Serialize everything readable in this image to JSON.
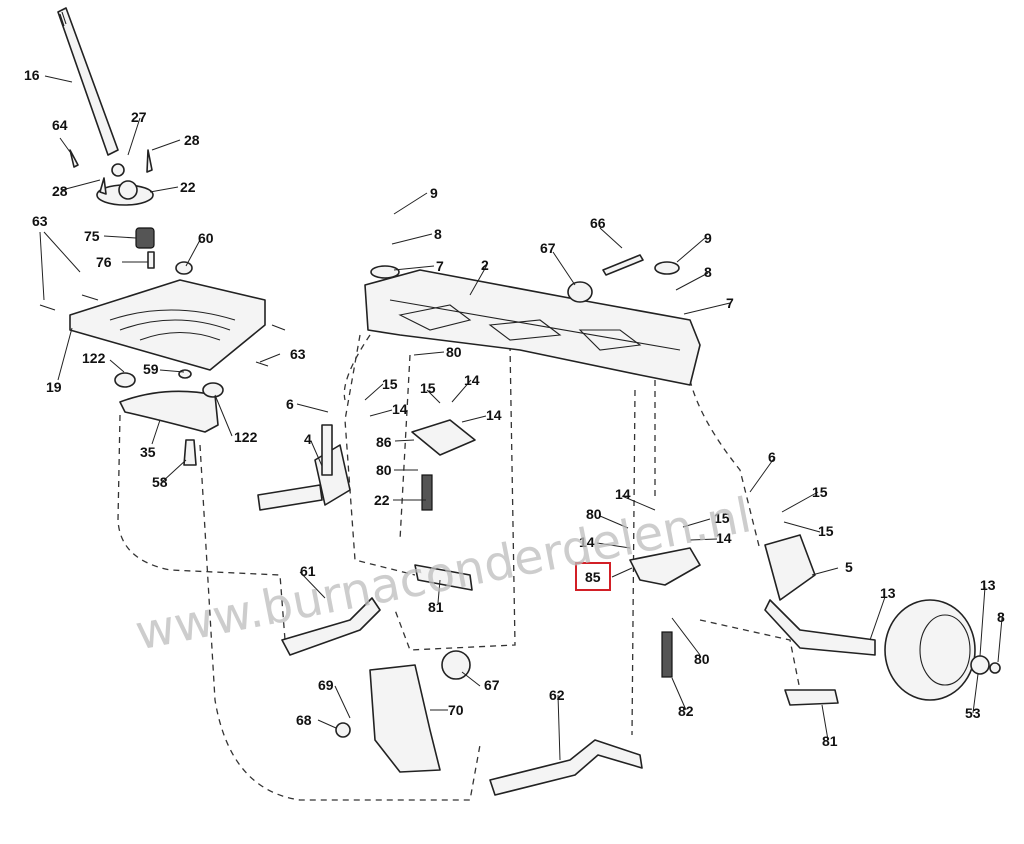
{
  "watermark": "www.burnaconderdelen.nl",
  "highlight_color": "#d21f26",
  "highlighted_part": "85",
  "callouts": [
    "16",
    "64",
    "27",
    "28",
    "28",
    "22",
    "63",
    "75",
    "60",
    "76",
    "19",
    "63",
    "122",
    "59",
    "122",
    "35",
    "58",
    "9",
    "8",
    "7",
    "2",
    "67",
    "66",
    "9",
    "8",
    "7",
    "80",
    "6",
    "15",
    "14",
    "15",
    "14",
    "4",
    "86",
    "14",
    "80",
    "22",
    "6",
    "15",
    "14",
    "80",
    "15",
    "14",
    "15",
    "14",
    "85",
    "5",
    "61",
    "81",
    "80",
    "13",
    "13",
    "8",
    "67",
    "82",
    "69",
    "70",
    "68",
    "62",
    "81",
    "53"
  ]
}
